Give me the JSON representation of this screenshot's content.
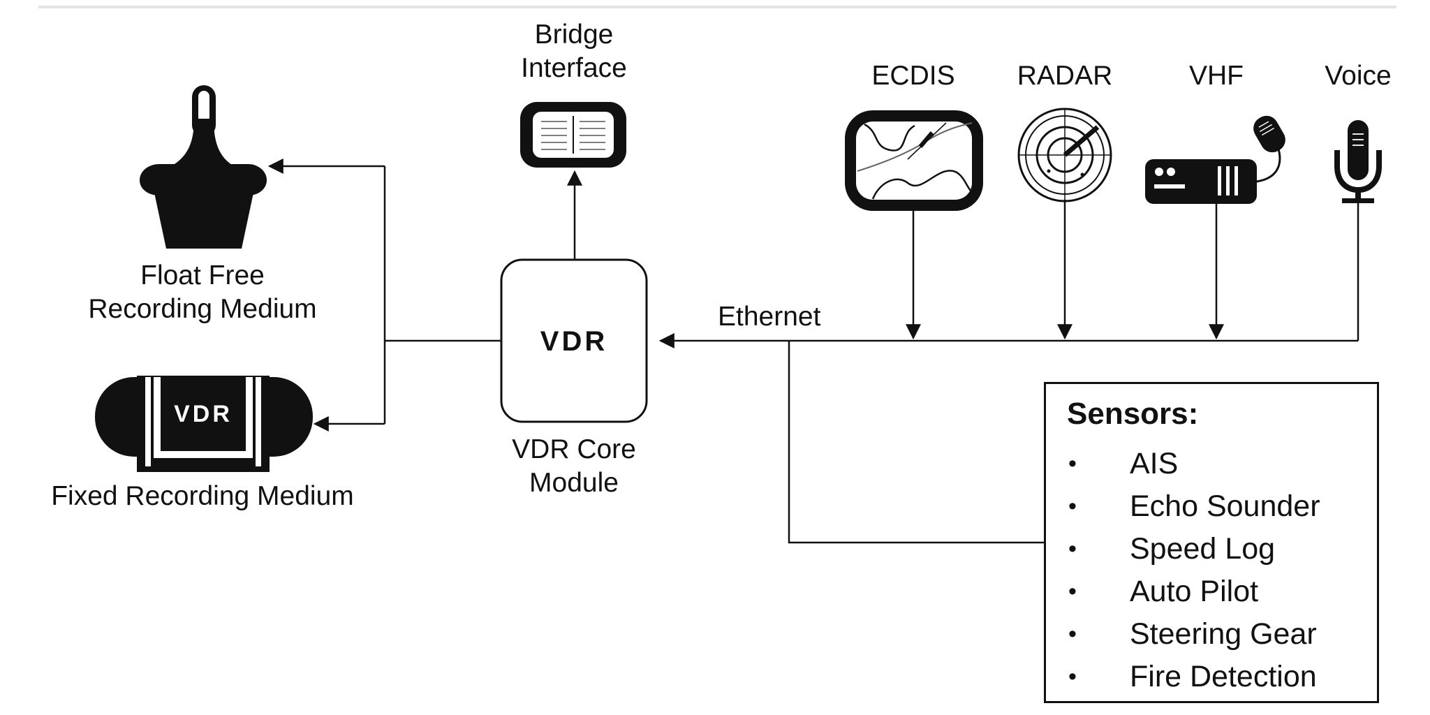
{
  "labels": {
    "bridge_interface": [
      "Bridge",
      "Interface"
    ],
    "ecdis": "ECDIS",
    "radar": "RADAR",
    "vhf": "VHF",
    "voice": "Voice",
    "float_free": [
      "Float Free",
      "Recording Medium"
    ],
    "fixed": "Fixed Recording Medium",
    "vdr_core": [
      "VDR Core",
      "Module"
    ],
    "ethernet": "Ethernet",
    "vdr_box": "VDR",
    "capsule": "VDR"
  },
  "sensors": {
    "title": "Sensors:",
    "bullet": "•",
    "items": [
      "AIS",
      "Echo Sounder",
      "Speed Log",
      "Auto Pilot",
      "Steering Gear",
      "Fire Detection"
    ]
  }
}
